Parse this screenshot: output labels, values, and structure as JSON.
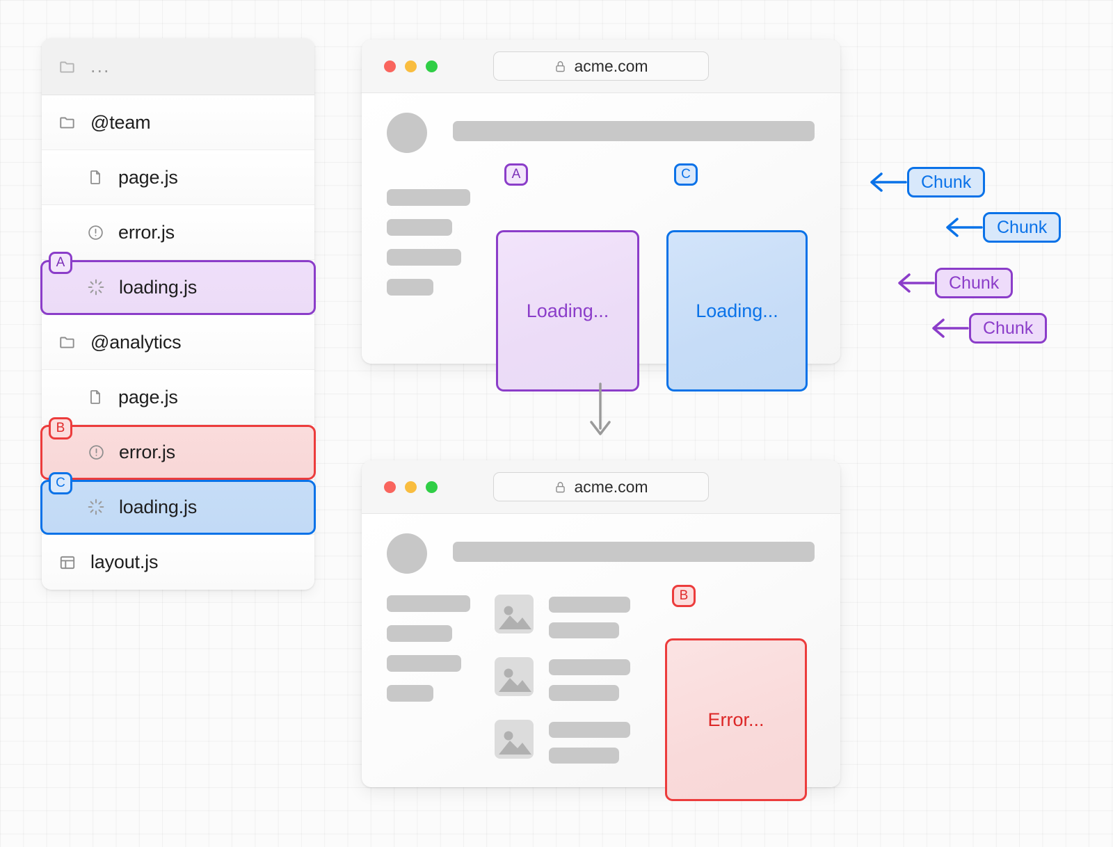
{
  "file_tree": {
    "header": {
      "label": "...",
      "icon": "folder-icon"
    },
    "rows": [
      {
        "label": "@team",
        "icon": "folder-icon",
        "indent": 0,
        "highlight": null
      },
      {
        "label": "page.js",
        "icon": "file-icon",
        "indent": 1,
        "highlight": null
      },
      {
        "label": "error.js",
        "icon": "alert-circle-icon",
        "indent": 1,
        "highlight": null
      },
      {
        "label": "loading.js",
        "icon": "spinner-icon",
        "indent": 1,
        "highlight": "purple",
        "badge": "A"
      },
      {
        "label": "@analytics",
        "icon": "folder-icon",
        "indent": 0,
        "highlight": null
      },
      {
        "label": "page.js",
        "icon": "file-icon",
        "indent": 1,
        "highlight": null
      },
      {
        "label": "error.js",
        "icon": "alert-circle-icon",
        "indent": 1,
        "highlight": "red",
        "badge": "B"
      },
      {
        "label": "loading.js",
        "icon": "spinner-icon",
        "indent": 1,
        "highlight": "blue",
        "badge": "C"
      },
      {
        "label": "layout.js",
        "icon": "layout-icon",
        "indent": 0,
        "highlight": null
      }
    ]
  },
  "browser_top": {
    "url": "acme.com",
    "lock_icon": "lock-icon",
    "traffic_lights": [
      "close-red",
      "minimize-yellow",
      "maximize-green"
    ],
    "cards": [
      {
        "badge": "A",
        "label": "Loading...",
        "color": "purple"
      },
      {
        "badge": "C",
        "label": "Loading...",
        "color": "blue"
      }
    ]
  },
  "browser_bottom": {
    "url": "acme.com",
    "lock_icon": "lock-icon",
    "traffic_lights": [
      "close-red",
      "minimize-yellow",
      "maximize-green"
    ],
    "cards": [
      {
        "badge": "B",
        "label": "Error...",
        "color": "red"
      }
    ]
  },
  "flow_arrow": {
    "icon": "arrow-down-icon",
    "direction": "down"
  },
  "chunks": [
    {
      "label": "Chunk",
      "color": "blue"
    },
    {
      "label": "Chunk",
      "color": "blue"
    },
    {
      "label": "Chunk",
      "color": "purple"
    },
    {
      "label": "Chunk",
      "color": "purple"
    }
  ],
  "colors": {
    "purple": "#8b3dc9",
    "blue": "#0a72e8",
    "red": "#ec3c3c",
    "skeleton": "#c8c8c8",
    "background": "#fbfbfb"
  }
}
